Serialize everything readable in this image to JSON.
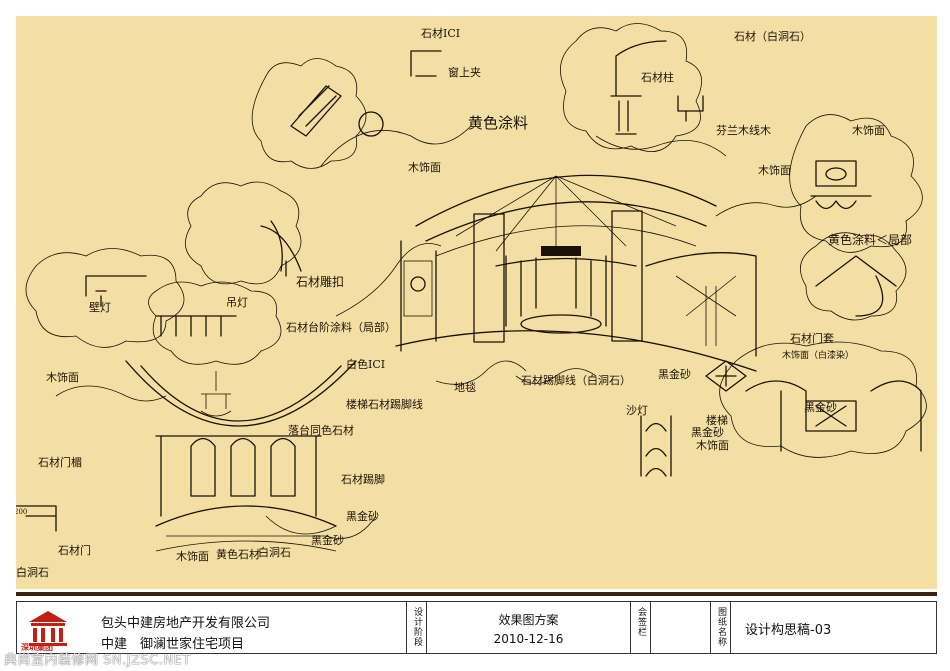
{
  "sketch": {
    "annotations": [
      "石材ICI",
      "窗上夹",
      "黄色涂料",
      "木饰面",
      "石材（白洞石）",
      "石材柱",
      "芬兰木线木",
      "木饰面",
      "木饰面",
      "黄色涂料＜局部",
      "石材雕扣",
      "吊灯",
      "壁灯",
      "石材台阶涂料（局部）",
      "白色ICI",
      "楼梯石材踢脚线",
      "地毯",
      "石材踢脚线（白洞石）",
      "黑金砂",
      "石材门套",
      "木饰面（白漆染）",
      "落台同色石材",
      "木饰面",
      "石材门楣",
      "石材踢脚",
      "黑金砂",
      "黑金砂",
      "木饰面",
      "黄色石材",
      "白洞石",
      "石材门",
      "白洞石",
      "黑金砂",
      "沙灯",
      "楼梯",
      "黑金砂",
      "木饰面",
      "200"
    ]
  },
  "title_block": {
    "company": "包头中建房地产开发有限公司",
    "project": "中建　御澜世家住宅项目",
    "logo_text": "深圳集团",
    "stage_label": "设计阶段",
    "drawing_type": "效果图方案",
    "date": "2010-12-16",
    "sign_label": "会签栏",
    "name_label": "图纸名称",
    "drawing_name": "设计构思稿-03"
  },
  "watermark": "典尚室内装修网  SN.JZSC.NET"
}
